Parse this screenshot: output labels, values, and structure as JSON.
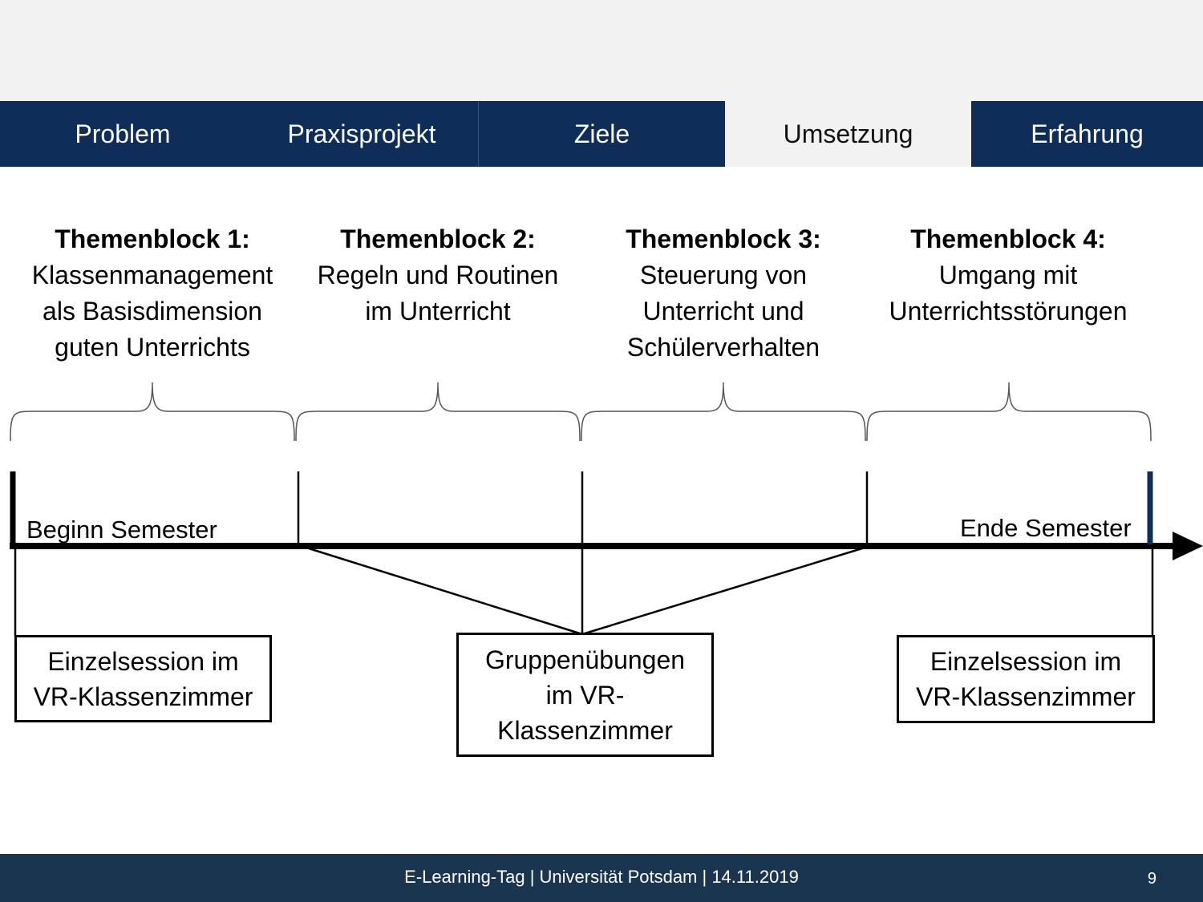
{
  "nav": {
    "tabs": [
      {
        "label": "Problem"
      },
      {
        "label": "Praxisprojekt"
      },
      {
        "label": "Ziele"
      },
      {
        "label": "Umsetzung"
      },
      {
        "label": "Erfahrung"
      }
    ]
  },
  "blocks": [
    {
      "title": "Themenblock 1:",
      "lines": [
        "Klassenmanagement",
        "als Basisdimension",
        "guten Unterrichts"
      ]
    },
    {
      "title": "Themenblock 2:",
      "lines": [
        "Regeln und Routinen",
        "im Unterricht"
      ]
    },
    {
      "title": "Themenblock 3:",
      "lines": [
        "Steuerung von",
        "Unterricht und",
        "Schülerverhalten"
      ]
    },
    {
      "title": "Themenblock 4:",
      "lines": [
        "Umgang mit",
        "Unterrichtsstörungen"
      ]
    }
  ],
  "timeline": {
    "start_label": "Beginn Semester",
    "end_label": "Ende Semester"
  },
  "boxes": {
    "left": {
      "lines": [
        "Einzelsession im",
        "VR-Klassenzimmer"
      ]
    },
    "middle": {
      "lines": [
        "Gruppenübungen",
        "im VR-",
        "Klassenzimmer"
      ]
    },
    "right": {
      "lines": [
        "Einzelsession im",
        "VR-Klassenzimmer"
      ]
    }
  },
  "footer": {
    "text": "E-Learning-Tag | Universität Potsdam | 14.11.2019",
    "page_number": "9"
  },
  "colors": {
    "nav_bg": "#0f2d59",
    "nav_active_bg": "#f2f2f2",
    "footer_bg": "#1a3550",
    "end_marker": "#0f2d59"
  }
}
